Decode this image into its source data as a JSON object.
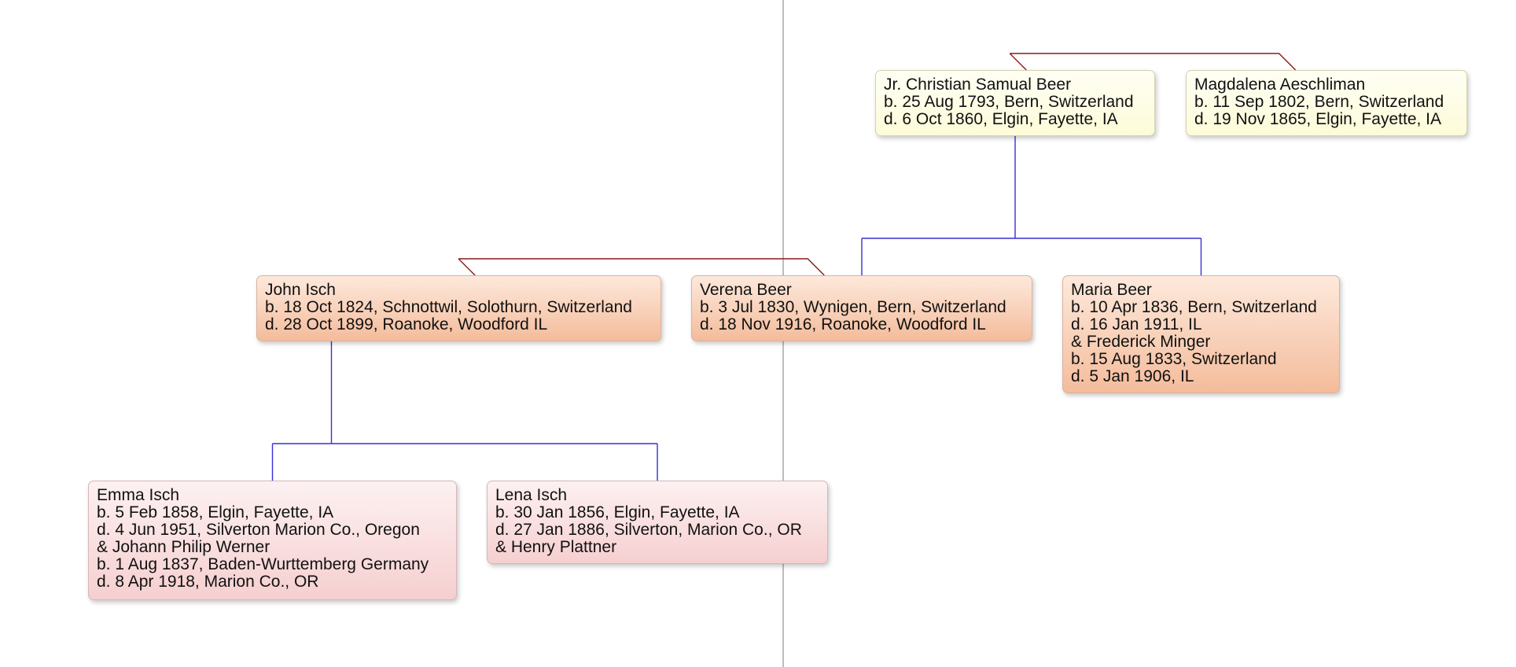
{
  "colors": {
    "couple_link": "#8b1a1a",
    "descent_link": "#3a2fd6",
    "divider": "#bdbdbd"
  },
  "people": [
    {
      "id": "christian",
      "generation": 1,
      "lines": [
        "Jr. Christian Samual Beer",
        "b. 25 Aug 1793, Bern, Switzerland",
        "d. 6 Oct 1860, Elgin, Fayette, IA"
      ]
    },
    {
      "id": "magdalena",
      "generation": 1,
      "lines": [
        "Magdalena Aeschliman",
        "b. 11 Sep 1802, Bern, Switzerland",
        "d. 19 Nov 1865, Elgin, Fayette, IA"
      ]
    },
    {
      "id": "john",
      "generation": 2,
      "lines": [
        "John Isch",
        "b. 18 Oct 1824, Schnottwil, Solothurn, Switzerland",
        "d. 28 Oct 1899, Roanoke, Woodford IL"
      ]
    },
    {
      "id": "verena",
      "generation": 2,
      "lines": [
        "Verena Beer",
        "b. 3 Jul 1830, Wynigen, Bern, Switzerland",
        "d. 18 Nov 1916, Roanoke, Woodford IL"
      ]
    },
    {
      "id": "maria",
      "generation": 2,
      "lines": [
        "Maria Beer",
        "b. 10 Apr 1836, Bern, Switzerland",
        "d. 16 Jan 1911, IL",
        "& Frederick Minger",
        "b. 15 Aug 1833, Switzerland",
        "d. 5 Jan 1906, IL"
      ]
    },
    {
      "id": "emma",
      "generation": 3,
      "lines": [
        "Emma Isch",
        "b. 5 Feb 1858, Elgin, Fayette, IA",
        "d. 4 Jun 1951, Silverton Marion Co., Oregon",
        "& Johann Philip Werner",
        "b. 1 Aug 1837, Baden-Wurttemberg Germany",
        "d. 8 Apr 1918, Marion Co., OR"
      ]
    },
    {
      "id": "lena",
      "generation": 3,
      "lines": [
        "Lena Isch",
        "b. 30 Jan 1856, Elgin, Fayette, IA",
        "d. 27 Jan 1886, Silverton, Marion Co., OR",
        "& Henry Plattner"
      ]
    }
  ],
  "couples": [
    {
      "partners": [
        "christian",
        "magdalena"
      ]
    },
    {
      "partners": [
        "john",
        "verena"
      ]
    }
  ],
  "descents": [
    {
      "from": "christian",
      "to": [
        "verena",
        "maria"
      ]
    },
    {
      "from": "john",
      "to": [
        "emma",
        "lena"
      ]
    }
  ]
}
